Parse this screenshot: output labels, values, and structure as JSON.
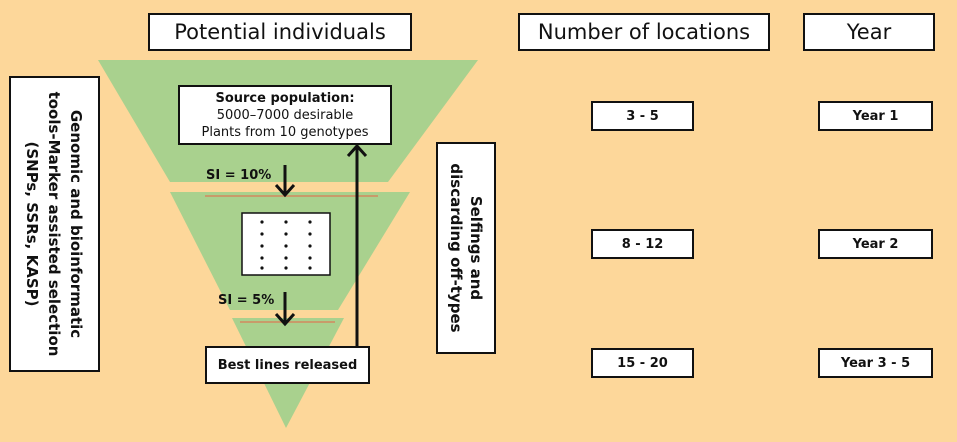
{
  "headers": {
    "potential": "Potential individuals",
    "locations": "Number of locations",
    "year": "Year"
  },
  "left_panel": {
    "lines": [
      "Genomic and bioinformatic",
      "tools-Marker assisted selection",
      "(SNPs, SSRs, KASP)"
    ]
  },
  "right_panel": {
    "lines": [
      "Selfings and",
      "discarding off-types"
    ]
  },
  "source_box": {
    "line1": "Source population:",
    "line2": "5000–7000 desirable",
    "line3": "Plants from 10 genotypes"
  },
  "si_labels": {
    "first": "SI = 10%",
    "second": "SI = 5%"
  },
  "best_lines": "Best lines released",
  "locations": [
    "3 - 5",
    "8 - 12",
    "15 - 20"
  ],
  "years": [
    "Year 1",
    "Year 2",
    "Year 3 - 5"
  ],
  "colors": {
    "background": "#fdd79a",
    "funnel": "#a9d18e",
    "box_fill": "#ffffff",
    "stroke": "#111111"
  }
}
